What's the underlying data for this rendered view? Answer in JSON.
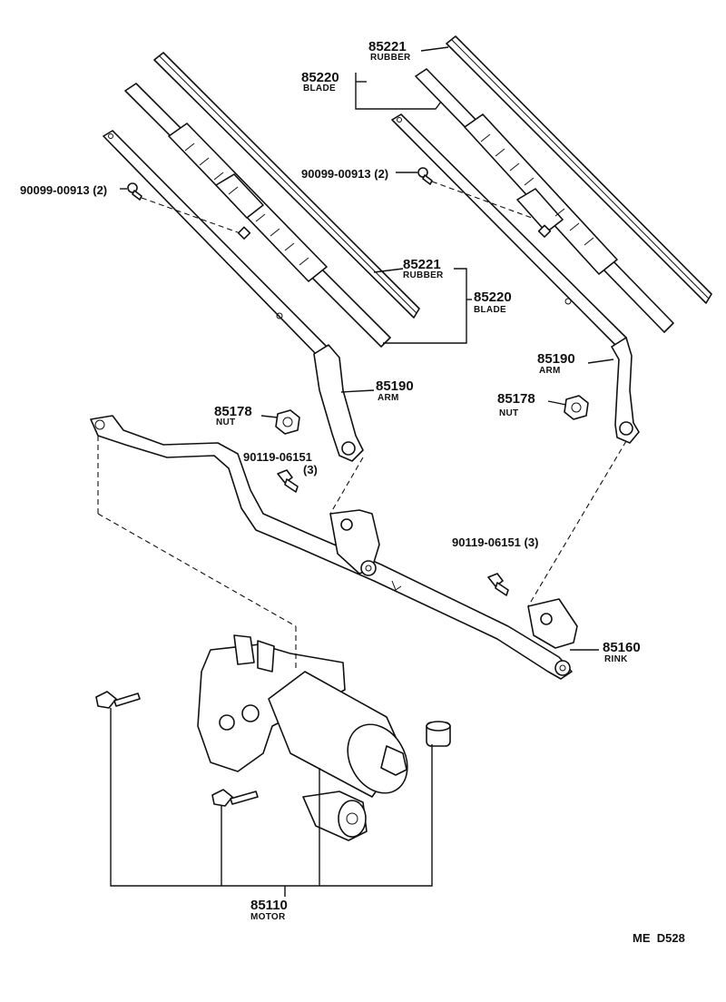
{
  "callouts": {
    "rubber_right": {
      "number": "85221",
      "label": "RUBBER"
    },
    "blade_right": {
      "number": "85220",
      "label": "BLADE"
    },
    "screw_right": {
      "number": "90099-00913 (2)"
    },
    "screw_left": {
      "number": "90099-00913 (2)"
    },
    "rubber_left": {
      "number": "85221",
      "label": "RUBBER"
    },
    "blade_left": {
      "number": "85220",
      "label": "BLADE"
    },
    "arm_left": {
      "number": "85190",
      "label": "ARM"
    },
    "arm_right": {
      "number": "85190",
      "label": "ARM"
    },
    "nut_left": {
      "number": "85178",
      "label": "NUT"
    },
    "nut_right": {
      "number": "85178",
      "label": "NUT"
    },
    "bolt_left": {
      "number": "90119-06151",
      "qty": "(3)"
    },
    "bolt_right": {
      "number": "90119-06151 (3)"
    },
    "link": {
      "number": "85160",
      "label": "RINK"
    },
    "motor": {
      "number": "85110",
      "label": "MOTOR"
    }
  },
  "drawing_code": "ME  D528"
}
